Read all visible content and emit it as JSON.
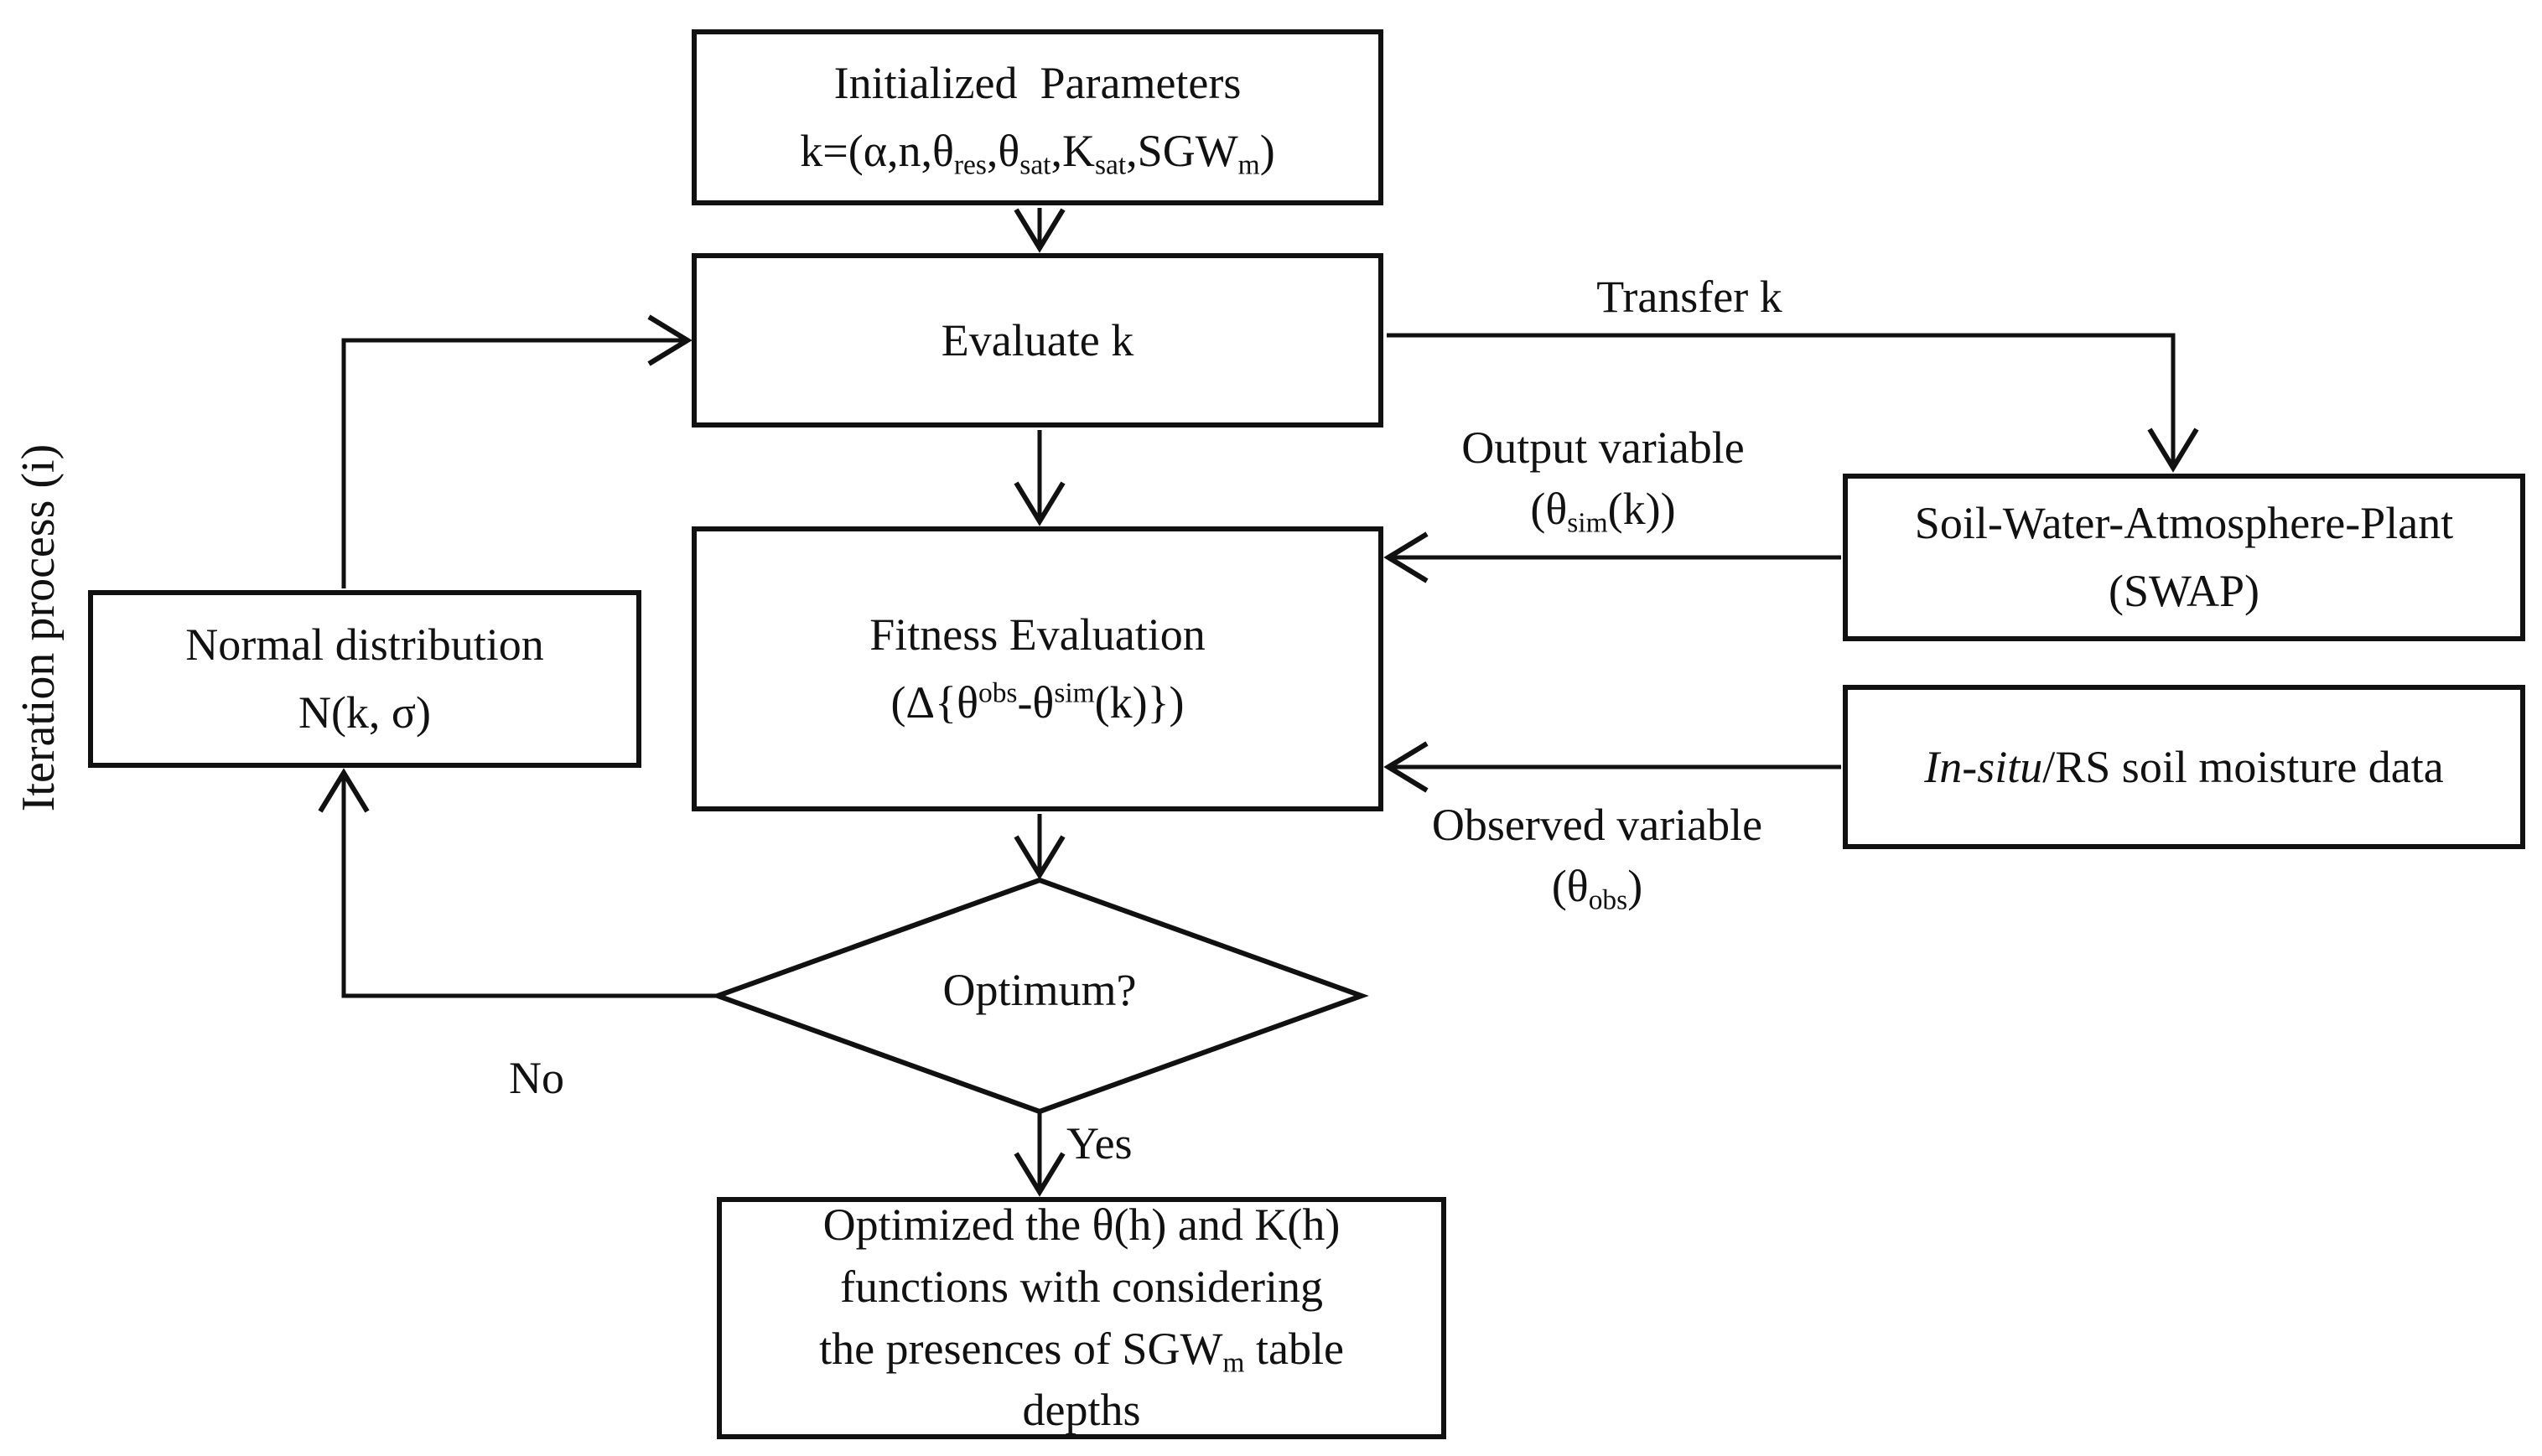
{
  "colors": {
    "ink": "#111111",
    "background": "#ffffff"
  },
  "side_label": "Iteration process (i)",
  "boxes": {
    "init": {
      "lines": [
        [
          {
            "t": "Initialized  Parameters"
          }
        ],
        [
          {
            "t": "k=(α,n,θ"
          },
          {
            "t": "res",
            "s": "sub"
          },
          {
            "t": ",θ"
          },
          {
            "t": "sat",
            "s": "sub"
          },
          {
            "t": ",K"
          },
          {
            "t": "sat",
            "s": "sub"
          },
          {
            "t": ",SGW"
          },
          {
            "t": "m",
            "s": "sub"
          },
          {
            "t": ")"
          }
        ]
      ]
    },
    "evaluate": {
      "lines": [
        [
          {
            "t": "Evaluate k"
          }
        ]
      ]
    },
    "fitness": {
      "lines": [
        [
          {
            "t": "Fitness Evaluation"
          }
        ],
        [
          {
            "t": "(Δ{θ"
          },
          {
            "t": "obs",
            "s": "sup"
          },
          {
            "t": "-θ"
          },
          {
            "t": "sim",
            "s": "sup"
          },
          {
            "t": "(k)})"
          }
        ]
      ]
    },
    "swap": {
      "lines": [
        [
          {
            "t": "Soil-Water-Atmosphere-Plant"
          }
        ],
        [
          {
            "t": "(SWAP)"
          }
        ]
      ]
    },
    "insitu": {
      "lines": [
        [
          {
            "t": "In-situ",
            "s": "i"
          },
          {
            "t": "/RS soil moisture data"
          }
        ]
      ]
    },
    "normal": {
      "lines": [
        [
          {
            "t": "Normal distribution"
          }
        ],
        [
          {
            "t": "N(k, σ)"
          }
        ]
      ]
    },
    "optimized": {
      "lines": [
        [
          {
            "t": "Optimized the θ(h) and K(h)"
          }
        ],
        [
          {
            "t": "functions with considering"
          }
        ],
        [
          {
            "t": "the presences of SGW"
          },
          {
            "t": "m",
            "s": "sub"
          },
          {
            "t": " table"
          }
        ],
        [
          {
            "t": "depths"
          }
        ]
      ]
    }
  },
  "decision": {
    "label": "Optimum?"
  },
  "edge_labels": {
    "transfer": "Transfer k",
    "output": {
      "line1": "Output variable",
      "line2": [
        {
          "t": "(θ"
        },
        {
          "t": "sim",
          "s": "sub"
        },
        {
          "t": "(k))"
        }
      ]
    },
    "observed": {
      "line1": "Observed variable",
      "line2": [
        {
          "t": "(θ"
        },
        {
          "t": "obs",
          "s": "sub"
        },
        {
          "t": ")"
        }
      ]
    },
    "no": "No",
    "yes": "Yes"
  }
}
